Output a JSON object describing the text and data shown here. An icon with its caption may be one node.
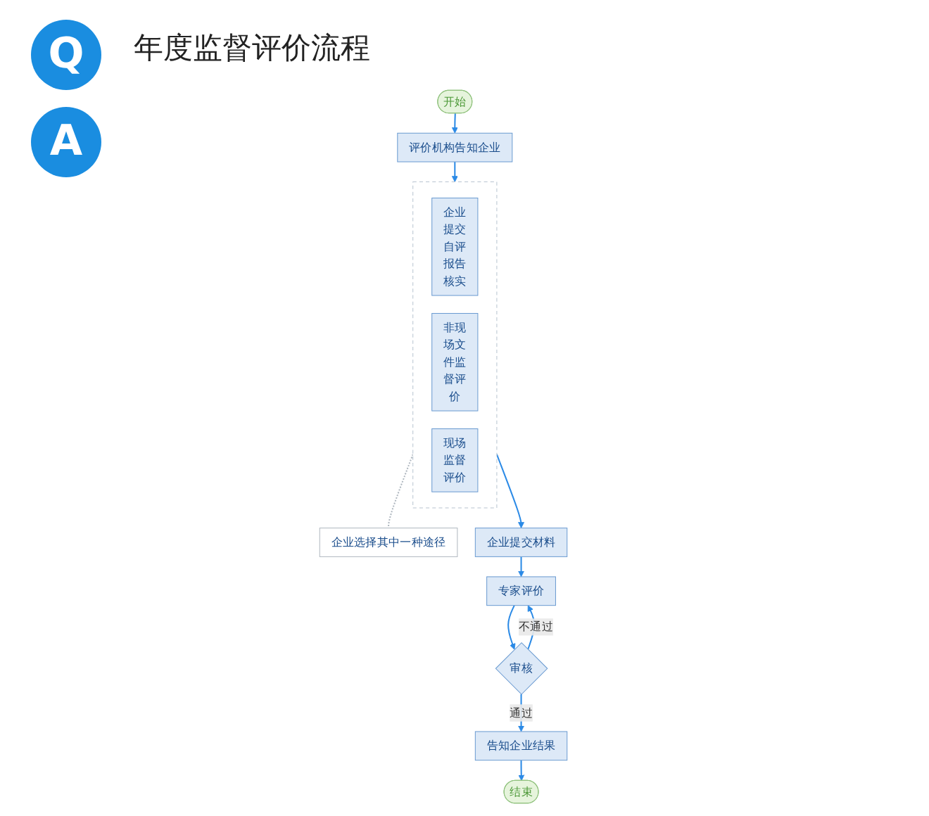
{
  "diagram": {
    "title": "年度监督评价流程",
    "nodes": [
      {
        "text": [
          "开始"
        ]
      },
      {
        "text": [
          "评价机构告知企业"
        ]
      },
      {
        "text": [],
        "shape": "box"
      },
      {
        "text": [
          "企业提交自评报告核实"
        ],
        "in": 2
      },
      {
        "text": [
          "非现场文件监督评价"
        ],
        "in": 2
      },
      {
        "text": [
          "现场监督评价"
        ],
        "in": 2
      },
      {
        "text": [
          "企业选择其中一种途径"
        ]
      },
      {
        "text": [
          "企业提交材料"
        ]
      },
      {
        "text": [
          "专家评价"
        ]
      },
      {
        "text": [
          "审核"
        ]
      },
      {
        "text": [
          "告知企业结果"
        ]
      },
      {
        "text": [
          "结束"
        ]
      }
    ],
    "edges": [
      {
        "from": 0,
        "to": 1,
        "arrow": "to"
      },
      {
        "from": 1,
        "to": 2,
        "arrow": "to"
      },
      {
        "from": 2,
        "to": 6,
        "arrow": "none",
        "style": "dashed",
        "color": "#b0b8c0"
      },
      {
        "from": 2,
        "to": 7,
        "arrow": "to"
      },
      {
        "from": 7,
        "to": 8,
        "arrow": "to"
      },
      {
        "from": 8,
        "to": 9,
        "arrow": "to"
      },
      {
        "from": 9,
        "to": 8,
        "arrow": "to",
        "label": "不通过"
      },
      {
        "from": 9,
        "to": 10,
        "arrow": "to",
        "label": "通过"
      },
      {
        "from": 10,
        "to": 11,
        "arrow": "to"
      }
    ],
    "labels": [
      "Q",
      "A"
    ]
  }
}
